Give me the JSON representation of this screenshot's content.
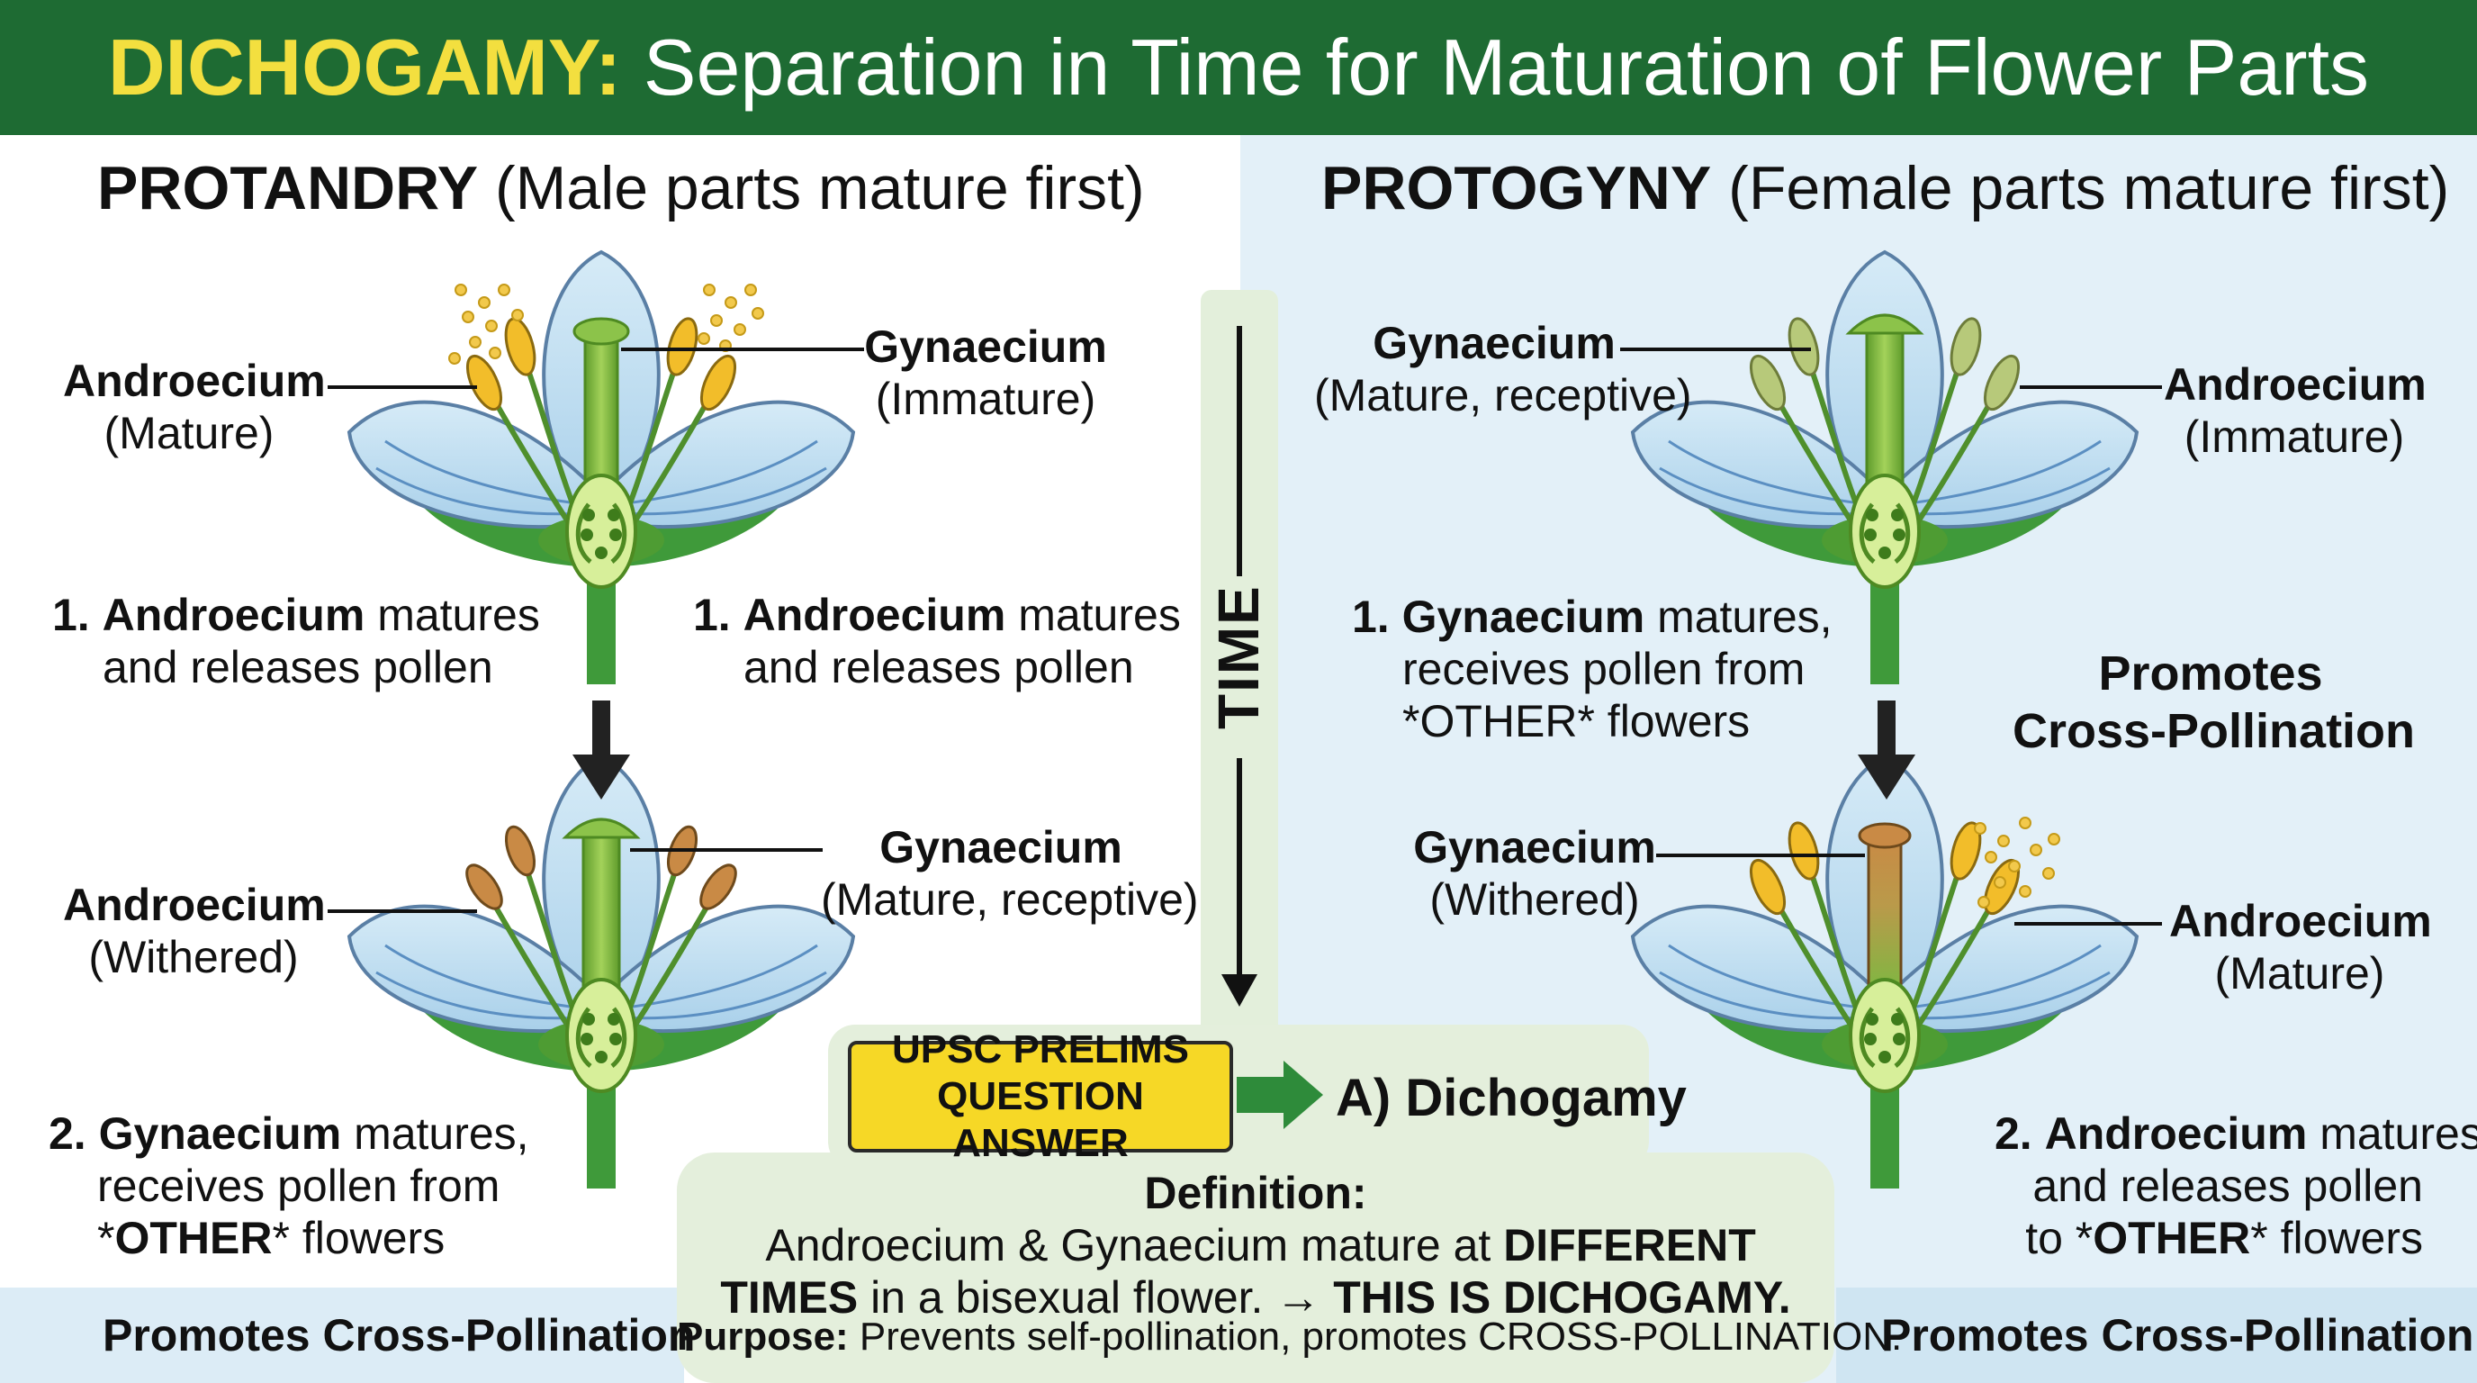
{
  "header": {
    "title_keyword": "DICHOGAMY:",
    "title_rest": " Separation in Time for Maturation of Flower Parts"
  },
  "protandry": {
    "heading": "PROTANDRY",
    "heading_note": " (Male parts mature first)",
    "top_flower": {
      "androecium_label": "Androecium",
      "androecium_state": "(Mature)",
      "gynaecium_label": "Gynaecium",
      "gynaecium_state": "(Immature)"
    },
    "step1_left": {
      "num": "1.",
      "bold": "Androecium",
      "rest": " matures",
      "line2": "and releases pollen"
    },
    "step1_right": {
      "num": "1.",
      "bold": "Androecium",
      "rest": " matures",
      "line2": "and releases pollen"
    },
    "bottom_flower": {
      "androecium_label": "Androecium",
      "androecium_state": "(Withered)",
      "gynaecium_label": "Gynaecium",
      "gynaecium_state": "(Mature, receptive)"
    },
    "step2": {
      "num": "2.",
      "bold": "Gynaecium",
      "rest": " matures,",
      "line2": "receives pollen from",
      "line3_pre": "*",
      "line3_bold": "OTHER",
      "line3_post": "* flowers"
    },
    "band": "Promotes Cross-Pollination"
  },
  "time": {
    "label": "TIME"
  },
  "protogyny": {
    "heading": "PROTOGYNY",
    "heading_note": " (Female parts mature first)",
    "top_flower": {
      "gynaecium_label": "Gynaecium",
      "gynaecium_state": "(Mature, receptive)",
      "androecium_label": "Androecium",
      "androecium_state": "(Immature)"
    },
    "step1": {
      "num": "1.",
      "bold": "Gynaecium",
      "rest": " matures,",
      "line2": "receives pollen from",
      "line3": "*OTHER* flowers"
    },
    "promotes": {
      "line1": "Promotes",
      "line2": "Cross-Pollination"
    },
    "bottom_flower": {
      "gynaecium_label": "Gynaecium",
      "gynaecium_state": "(Withered)",
      "androecium_label": "Androecium",
      "androecium_state": "(Mature)"
    },
    "step2": {
      "num": "2.",
      "bold": "Androecium",
      "rest": " matures",
      "line2": "and releases pollen",
      "line3_pre": "to *",
      "line3_bold": "OTHER",
      "line3_post": "* flowers"
    },
    "band": "Promotes Cross-Pollination"
  },
  "upsc": {
    "badge_line1": "UPSC PRELIMS",
    "badge_line2": "QUESTION ANSWER",
    "answer": "A) Dichogamy"
  },
  "definition": {
    "label": "Definition:",
    "text1": " Androecium & Gynaecium mature at ",
    "bold1": "DIFFERENT",
    "bold2": "TIMES",
    "text2": " in a bisexual flower. → ",
    "bold3": "THIS IS DICHOGAMY."
  },
  "purpose": {
    "label": "Purpose:",
    "text": " Prevents self-pollination, promotes CROSS-POLLINATION."
  },
  "colors": {
    "header_green": "#1e6b33",
    "title_yellow": "#f3df3f",
    "petal_blue": "#bcdcef",
    "pistil_green": "#7fb742",
    "mature_anther": "#f2bd2a",
    "withered_anther": "#c98a45",
    "immature_anther": "#b7c97a",
    "badge_yellow": "#f6d826",
    "arrow_green": "#2e8b3a"
  },
  "icons": [
    "flower-diagram",
    "pollen-grains",
    "down-arrow-icon",
    "right-arrow-icon",
    "time-arrow"
  ]
}
